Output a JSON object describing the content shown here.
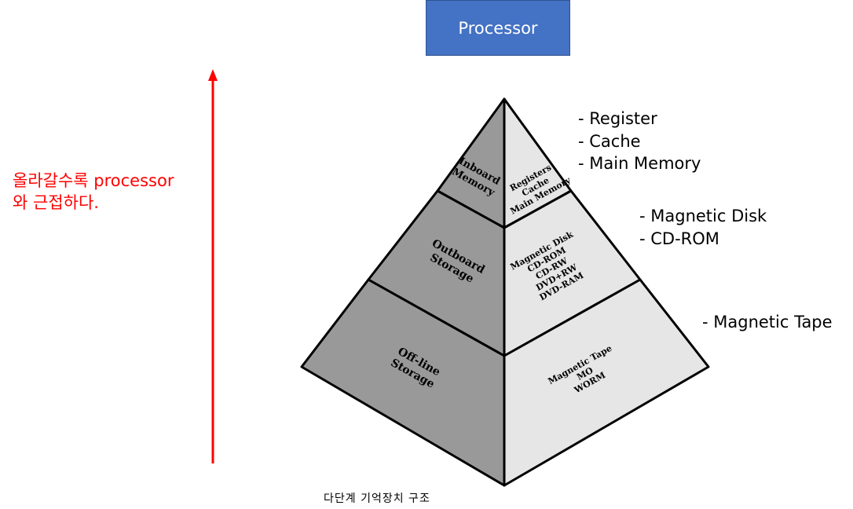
{
  "processor": {
    "label": "Processor"
  },
  "note": {
    "line1": "올라갈수록 processor",
    "line2": "와 근접하다."
  },
  "lists": {
    "top": [
      "- Register",
      "- Cache",
      "- Main Memory"
    ],
    "middle": [
      "- Magnetic Disk",
      "- CD-ROM"
    ],
    "bottom": [
      "- Magnetic Tape"
    ]
  },
  "pyramid": {
    "left_labels": {
      "top": [
        "Inboard",
        "Memory"
      ],
      "middle": [
        "Outboard",
        "Storage"
      ],
      "bottom": [
        "Off-line",
        "Storage"
      ]
    },
    "right_labels": {
      "top": [
        "Registers",
        "Cache",
        "Main Memory"
      ],
      "middle": [
        "Magnetic Disk",
        "CD-ROM",
        "CD-RW",
        "DVD+RW",
        "DVD-RAM"
      ],
      "bottom": [
        "Magnetic Tape",
        "MO",
        "WORM"
      ]
    }
  },
  "caption": "다단계 기억장치 구조",
  "colors": {
    "processor_fill": "#4472c4",
    "arrow": "#ff0000",
    "pyramid_dark": "#999999",
    "pyramid_light": "#e6e6e6"
  }
}
